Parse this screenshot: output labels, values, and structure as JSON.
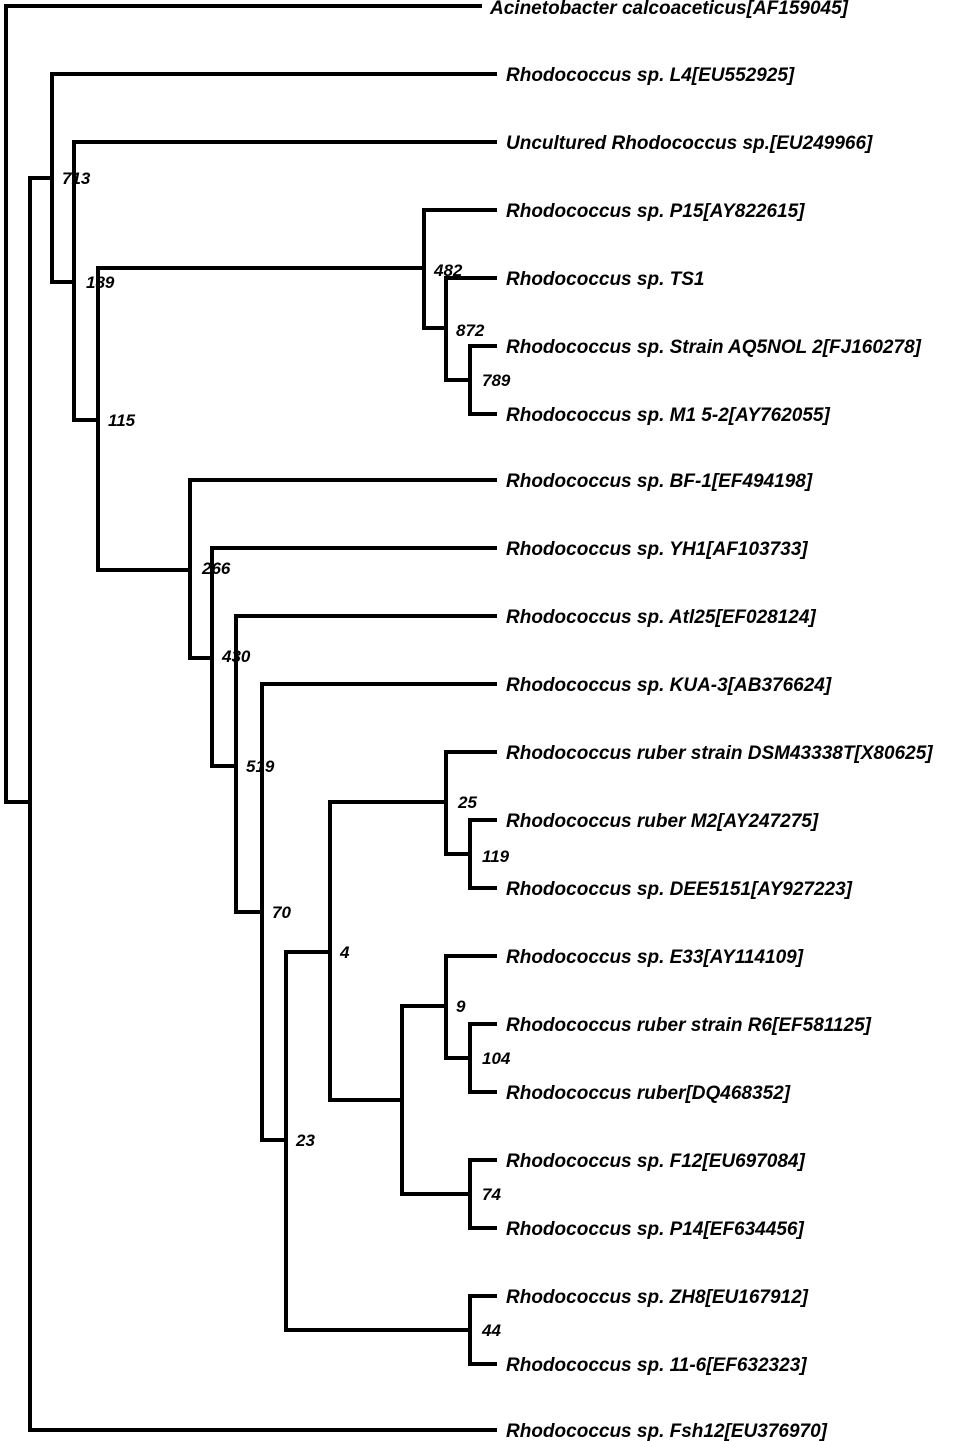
{
  "tree": {
    "leaves": [
      "Acinetobacter calcoaceticus[AF159045]",
      "Rhodococcus sp. L4[EU552925]",
      "Uncultured Rhodococcus sp.[EU249966]",
      "Rhodococcus sp. P15[AY822615]",
      "Rhodococcus sp. TS1",
      "Rhodococcus sp. Strain AQ5NOL 2[FJ160278]",
      "Rhodococcus sp. M1 5-2[AY762055]",
      "Rhodococcus sp. BF-1[EF494198]",
      "Rhodococcus sp. YH1[AF103733]",
      "Rhodococcus sp. Atl25[EF028124]",
      "Rhodococcus sp. KUA-3[AB376624]",
      "Rhodococcus ruber strain DSM43338T[X80625]",
      "Rhodococcus ruber M2[AY247275]",
      "Rhodococcus sp. DEE5151[AY927223]",
      "Rhodococcus sp. E33[AY114109]",
      "Rhodococcus ruber strain R6[EF581125]",
      "Rhodococcus ruber[DQ468352]",
      "Rhodococcus sp. F12[EU697084]",
      "Rhodococcus sp. P14[EF634456]",
      "Rhodococcus sp. ZH8[EU167912]",
      "Rhodococcus sp. 11-6[EF632323]",
      "Rhodococcus sp. Fsh12[EU376970]"
    ],
    "bootstrap": {
      "n713": "713",
      "n189": "189",
      "n115": "115",
      "n482": "482",
      "n872": "872",
      "n789": "789",
      "n266": "266",
      "n430": "430",
      "n519": "519",
      "n70": "70",
      "n4": "4",
      "n25": "25",
      "n119": "119",
      "n9": "9",
      "n104": "104",
      "n74": "74",
      "n23": "23",
      "n44": "44"
    }
  }
}
